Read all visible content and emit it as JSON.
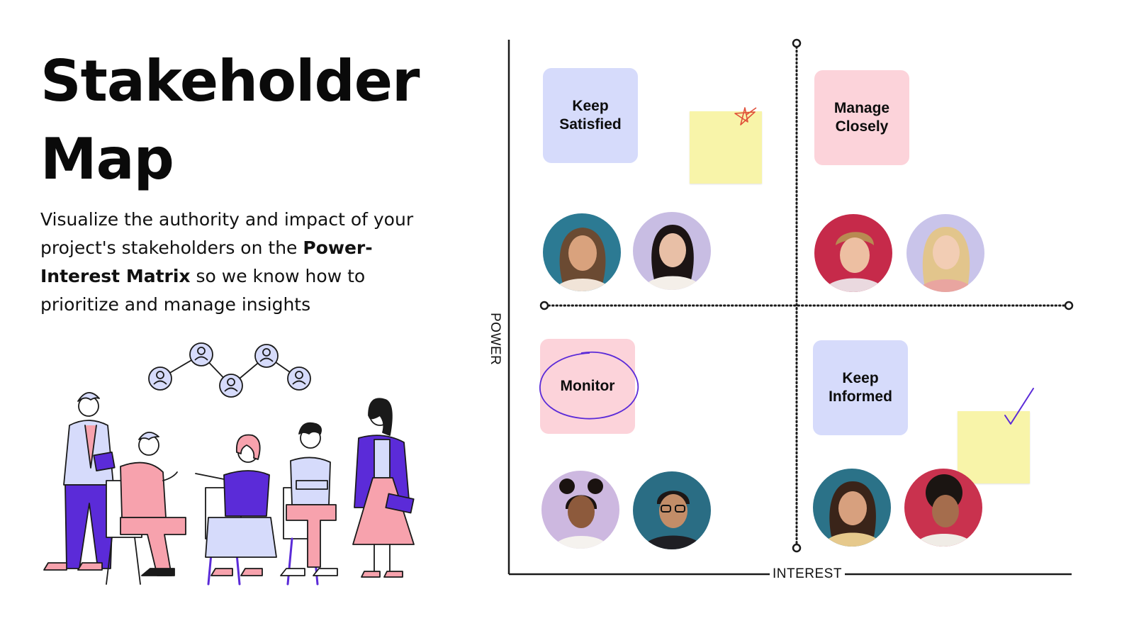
{
  "title": {
    "line1": "Stakeholder",
    "line2": "Map"
  },
  "description": {
    "part1": "Visualize the authority and impact of your project's stakeholders on the ",
    "bold": "Power-Interest Matrix",
    "part2": " so we know how to prioritize and manage insights"
  },
  "axes": {
    "y_label": "POWER",
    "x_label": "INTEREST"
  },
  "quadrants": {
    "keep_satisfied": "Keep\nSatisfied",
    "manage_closely": "Manage\nClosely",
    "monitor": "Monitor",
    "keep_informed": "Keep\nInformed"
  },
  "colors": {
    "lavender": "#d6dbfb",
    "pink": "#fcd3da",
    "sticky_yellow": "#f8f4a9",
    "purple_accent": "#5b2bd8",
    "pink_accent": "#f7a2ad",
    "red_star": "#e0503a"
  },
  "icons": {
    "star_mark": "star-doodle-icon",
    "circle_mark": "circle-doodle-icon",
    "check_mark": "checkmark-icon",
    "network": "stakeholder-network-icon"
  }
}
